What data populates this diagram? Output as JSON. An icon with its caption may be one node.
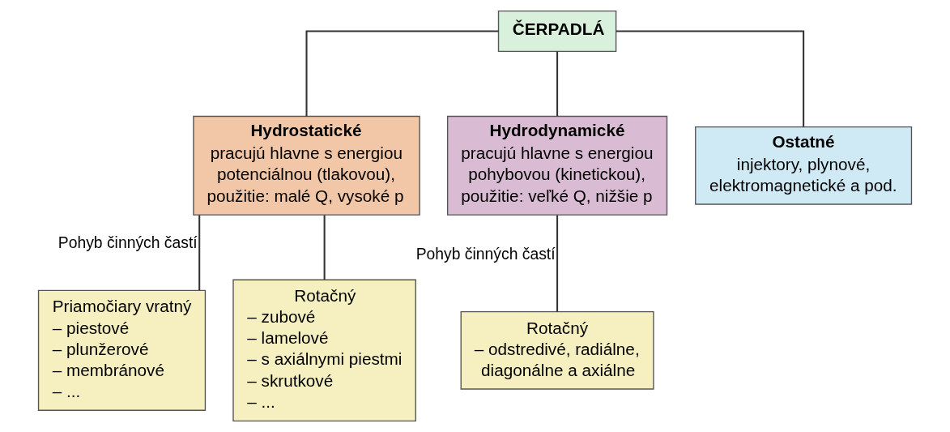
{
  "diagram": {
    "nodes": [
      {
        "text": [
          "ČERPADLÁ"
        ]
      },
      {
        "text": [
          "Hydrostatické",
          "pracujú hlavne s energiou potenciálnou (tlakovou), použitie: malé Q, vysoké p"
        ]
      },
      {
        "text": [
          "Hydrodynamické",
          "pracujú hlavne s energiou pohybovou (kinetickou), použitie: veľké Q, nižšie p"
        ]
      },
      {
        "text": [
          "Ostatné",
          "injektory, plynové, elektromagnetické a pod."
        ]
      },
      {
        "text": [
          "Priamočiary vratný",
          "– piestové",
          "– plunžerové",
          "– membránové",
          "– ..."
        ]
      },
      {
        "text": [
          "Rotačný",
          "– zubové",
          "– lamelové",
          "– s axiálnymi piestmi",
          "– skrutkové",
          "– ..."
        ]
      },
      {
        "text": [
          "Rotačný",
          "– odstredivé, radiálne, diagonálne a axiálne"
        ]
      }
    ],
    "edges": [
      {
        "from": 0,
        "to": 1,
        "arrow": "none"
      },
      {
        "from": 0,
        "to": 2,
        "arrow": "none"
      },
      {
        "from": 0,
        "to": 3,
        "arrow": "none"
      },
      {
        "from": 1,
        "to": 4,
        "arrow": "none",
        "label": "Pohyb činných častí"
      },
      {
        "from": 1,
        "to": 5,
        "arrow": "none"
      },
      {
        "from": 2,
        "to": 6,
        "arrow": "none",
        "label": "Pohyb činných častí"
      }
    ]
  }
}
